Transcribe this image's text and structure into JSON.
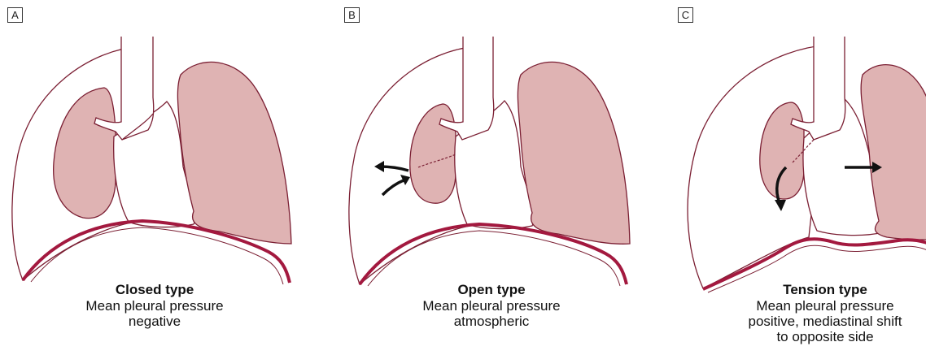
{
  "colors": {
    "lung_fill": "#dfb3b3",
    "outline": "#7b1f33",
    "diaphragm": "#a3193f",
    "arrow": "#111111"
  },
  "panels": [
    {
      "letter": "A",
      "title": "Closed type",
      "description": "Mean pleural pressure\nnegative"
    },
    {
      "letter": "B",
      "title": "Open type",
      "description": "Mean pleural pressure\natmospheric"
    },
    {
      "letter": "C",
      "title": "Tension type",
      "description": "Mean pleural pressure\npositive, mediastinal shift\nto opposite side"
    }
  ]
}
